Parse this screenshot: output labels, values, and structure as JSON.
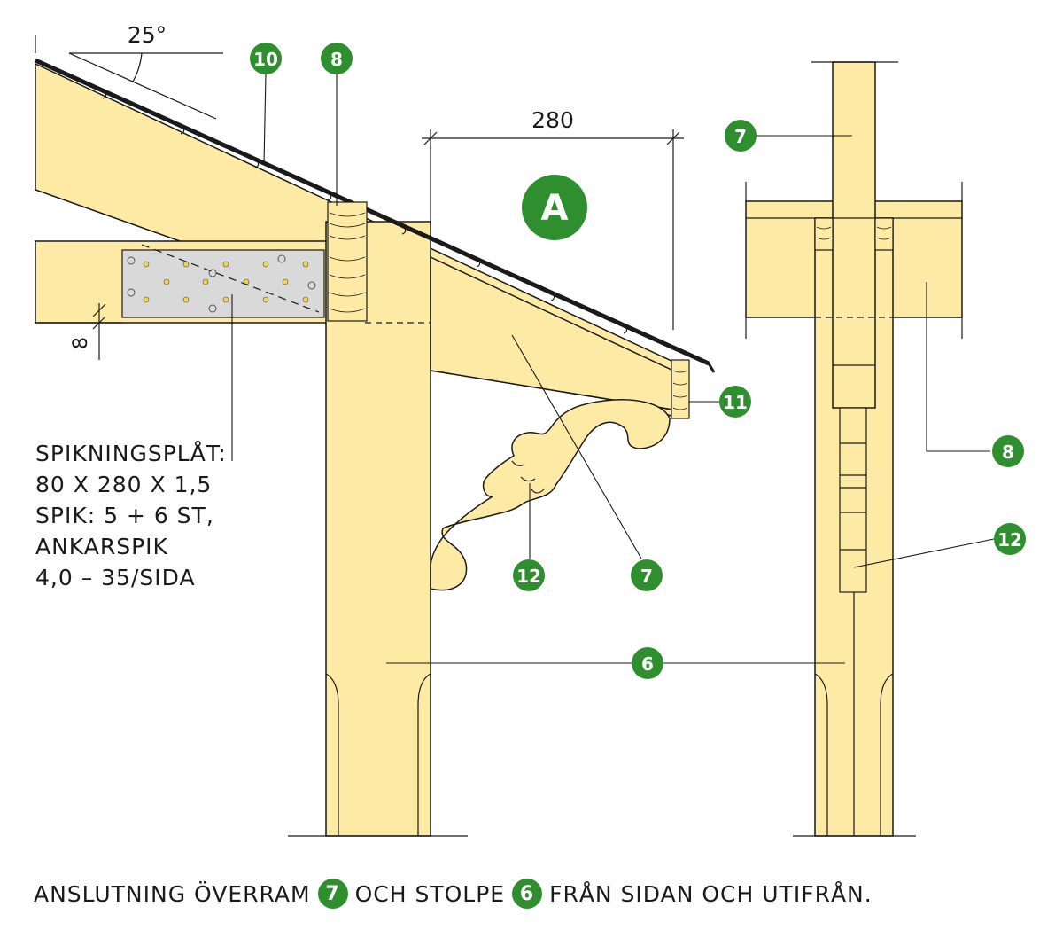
{
  "colors": {
    "wood": "#fdeaa5",
    "line": "#1a1a1a",
    "badge": "#2f8f2f",
    "plate": "#d9d9d9"
  },
  "dimensions": {
    "angle": "25°",
    "width": "280",
    "gap": "8"
  },
  "markers": {
    "m10": "10",
    "m8_top": "8",
    "mA": "A",
    "m7_right": "7",
    "m11": "11",
    "m8_right": "8",
    "m12_right": "12",
    "m12_left": "12",
    "m7_lower": "7",
    "m6": "6"
  },
  "note": {
    "line1": "SPIKNINGSPLÅT:",
    "line2": "80 X 280 X 1,5",
    "line3": "SPIK: 5 + 6 ST,",
    "line4": "ANKARSPIK",
    "line5": "4,0 – 35/SIDA"
  },
  "caption": {
    "part1": "ANSLUTNING ÖVERRAM",
    "badge1": "7",
    "part2": "OCH STOLPE",
    "badge2": "6",
    "part3": "FRÅN SIDAN OCH UTIFRÅN."
  }
}
